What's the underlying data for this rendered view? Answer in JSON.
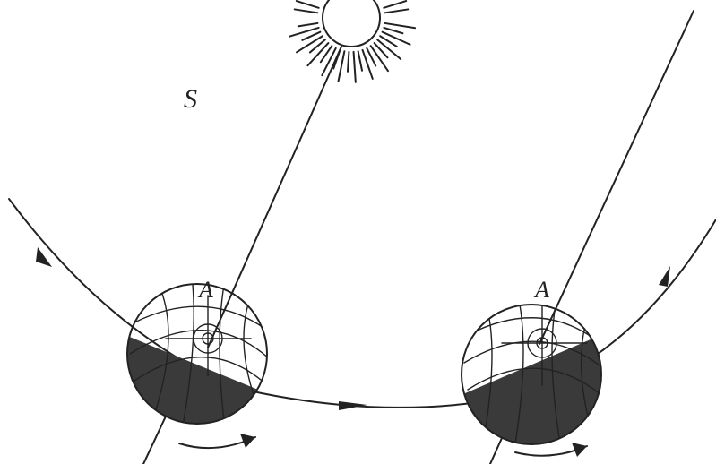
{
  "labels": {
    "sun_label": "S",
    "pole_label_left": "A",
    "pole_label_right": "A"
  },
  "colors": {
    "ink": "#222222",
    "night_fill": "#3a3a3a",
    "background": "#ffffff"
  },
  "icons": [
    "sun-icon",
    "earth-globe-left",
    "earth-globe-right",
    "orbit-arrow",
    "rotation-arrow"
  ]
}
